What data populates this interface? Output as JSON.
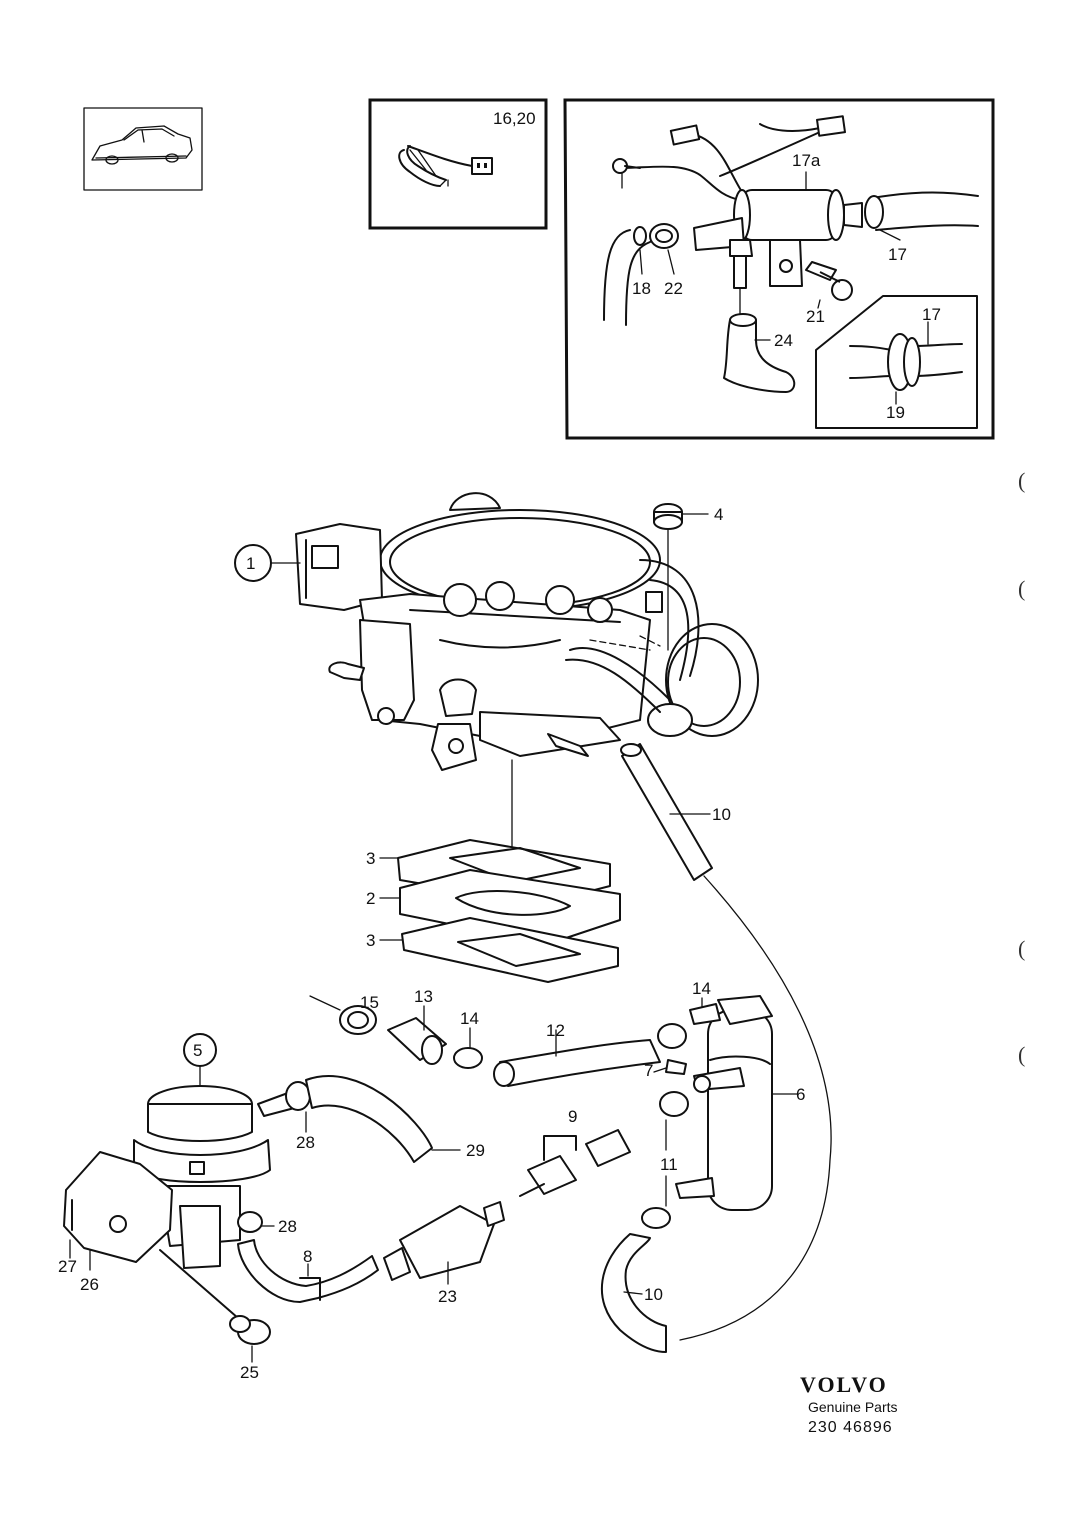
{
  "inset_label": "16,20",
  "callouts": {
    "c1": "1",
    "c2": "2",
    "c3a": "3",
    "c3b": "3",
    "c4": "4",
    "c5": "5",
    "c6": "6",
    "c7": "7",
    "c8": "8",
    "c9": "9",
    "c10a": "10",
    "c10b": "10",
    "c11": "11",
    "c12": "12",
    "c13": "13",
    "c14a": "14",
    "c14b": "14",
    "c15": "15",
    "c17": "17",
    "c17a": "17a",
    "c17b": "17",
    "c18": "18",
    "c19": "19",
    "c21": "21",
    "c22": "22",
    "c23": "23",
    "c24": "24",
    "c25": "25",
    "c26": "26",
    "c27": "27",
    "c28a": "28",
    "c28b": "28",
    "c29": "29"
  },
  "brand": {
    "name": "VOLVO",
    "tagline": "Genuine Parts",
    "part_number": "230 46896"
  },
  "margin_marks": [
    "(",
    "(",
    "(",
    "("
  ]
}
